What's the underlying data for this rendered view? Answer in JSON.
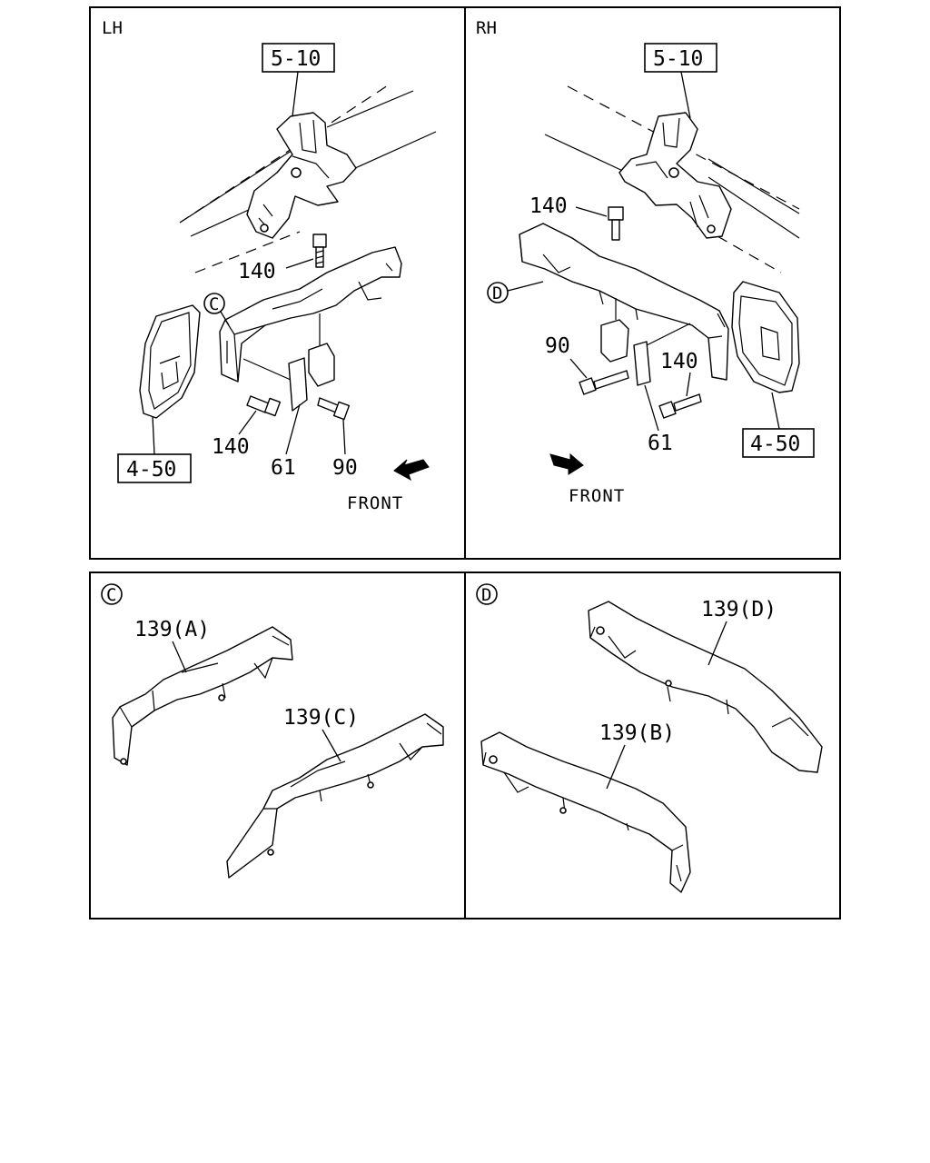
{
  "panels": {
    "lh": {
      "title": "LH",
      "ref_top": "5-10",
      "ref_bottom": "4-50",
      "callout": "C",
      "parts": {
        "bolt_top": "140",
        "bolt_bottom": "140",
        "bracket": "61",
        "bolt_side": "90"
      },
      "front_label": "FRONT"
    },
    "rh": {
      "title": "RH",
      "ref_top": "5-10",
      "ref_bottom": "4-50",
      "callout": "D",
      "parts": {
        "bolt_top": "140",
        "bolt_side": "90",
        "bolt_bottom": "140",
        "bracket": "61"
      },
      "front_label": "FRONT"
    },
    "detail_c": {
      "callout": "C",
      "parts": [
        "139(A)",
        "139(C)"
      ]
    },
    "detail_d": {
      "callout": "D",
      "parts": [
        "139(D)",
        "139(B)"
      ]
    }
  }
}
